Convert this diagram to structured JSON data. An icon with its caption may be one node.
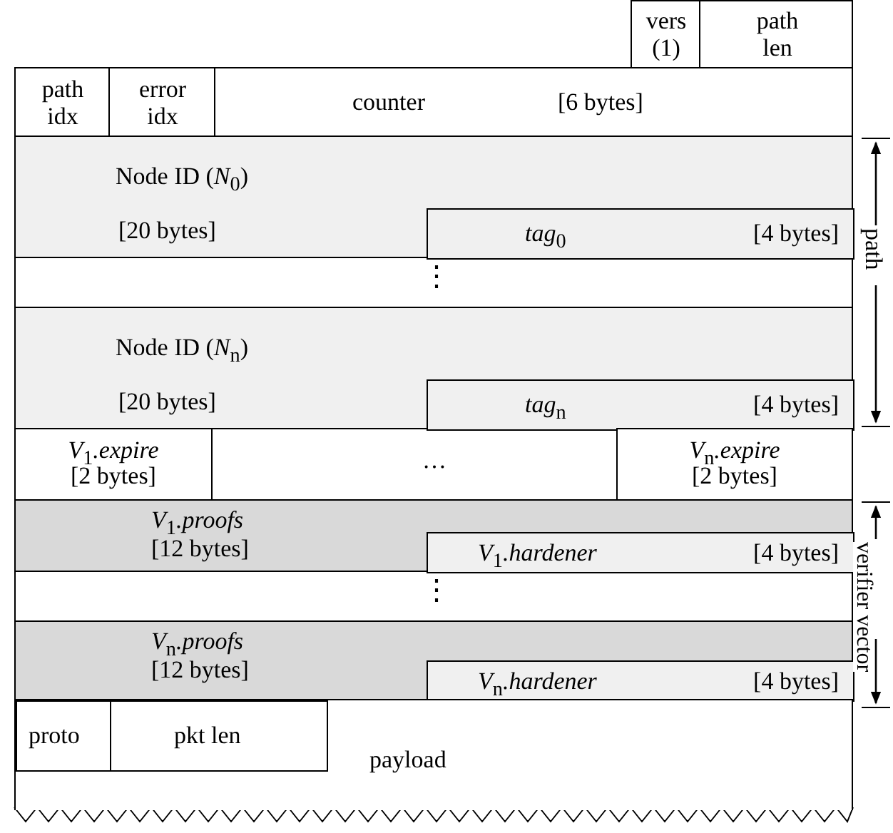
{
  "diagram": {
    "nodes": [
      {
        "text": [
          "vers (1)"
        ]
      },
      {
        "text": [
          "path len"
        ]
      },
      {
        "text": [
          "path idx"
        ]
      },
      {
        "text": [
          "error idx"
        ]
      },
      {
        "text": [
          "counter",
          "[6 bytes]"
        ]
      },
      {
        "text": [
          "Node ID (*N*$_{0}$)",
          "[20 bytes]"
        ]
      },
      {
        "text": [
          "*tag*$_{0}$",
          "[4 bytes]"
        ],
        "in": 5
      },
      {
        "text": [
          "Node ID (*N*$_{n}$)",
          "[20 bytes]"
        ]
      },
      {
        "text": [
          "*tag*$_{n}$",
          "[4 bytes]"
        ],
        "in": 7
      },
      {
        "text": [
          "*V*$_{1}$*.expire*",
          "[2 bytes]"
        ]
      },
      {
        "text": [
          "*V*$_{n}$*.expire*",
          "[2 bytes]"
        ]
      },
      {
        "text": [
          "*V*$_{1}$*.proofs*",
          "[12 bytes]"
        ]
      },
      {
        "text": [
          "*V*$_{1}$*.hardener*",
          "[4 bytes]"
        ],
        "in": 11
      },
      {
        "text": [
          "*V*$_{n}$*.proofs*",
          "[12 bytes]"
        ]
      },
      {
        "text": [
          "*V*$_{n}$*.hardener*",
          "[4 bytes]"
        ],
        "in": 13
      },
      {
        "text": [
          "payload"
        ]
      },
      {
        "text": [
          "proto"
        ],
        "in": 15
      },
      {
        "text": [
          "pkt len"
        ],
        "in": 15
      }
    ],
    "labels": [
      "⋮",
      "path",
      "…",
      "verifier vector",
      "⋮"
    ]
  }
}
